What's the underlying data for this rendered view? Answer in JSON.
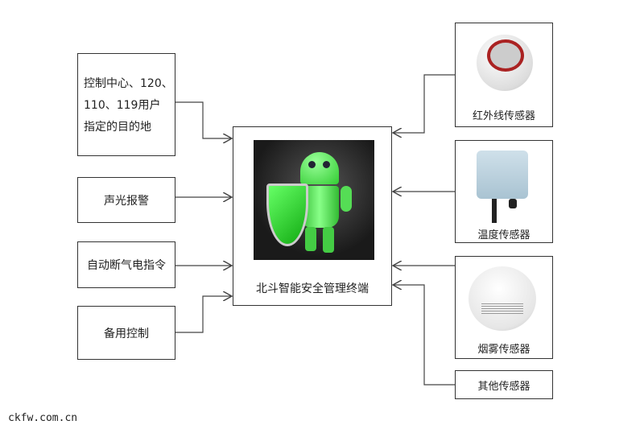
{
  "center": {
    "label": "北斗智能安全管理终端",
    "image": "green-robot-with-shield"
  },
  "outputs": [
    {
      "label_lines": [
        "控制中心、120、",
        "110、119用户",
        "指定的目的地"
      ]
    },
    {
      "label": "声光报警"
    },
    {
      "label": "自动断气电指令"
    },
    {
      "label": "备用控制"
    }
  ],
  "sensors": [
    {
      "label": "红外线传感器",
      "image": "infrared-sensor"
    },
    {
      "label": "温度传感器",
      "image": "temperature-sensor"
    },
    {
      "label": "烟雾传感器",
      "image": "smoke-sensor"
    },
    {
      "label": "其他传感器"
    }
  ],
  "watermark": "ckfw.com.cn"
}
